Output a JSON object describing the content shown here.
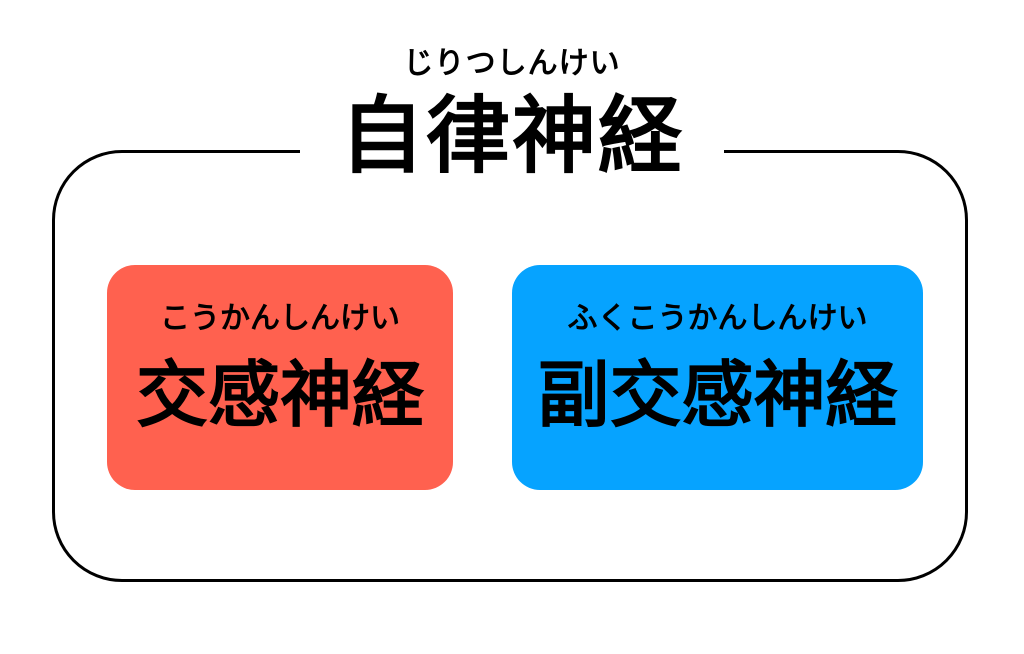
{
  "title": {
    "reading": "じりつしんけい",
    "text": "自律神経"
  },
  "boxes": [
    {
      "reading": "こうかんしんけい",
      "text": "交感神経",
      "color": "#ff614f"
    },
    {
      "reading": "ふくこうかんしんけい",
      "text": "副交感神経",
      "color": "#06a3ff"
    }
  ]
}
